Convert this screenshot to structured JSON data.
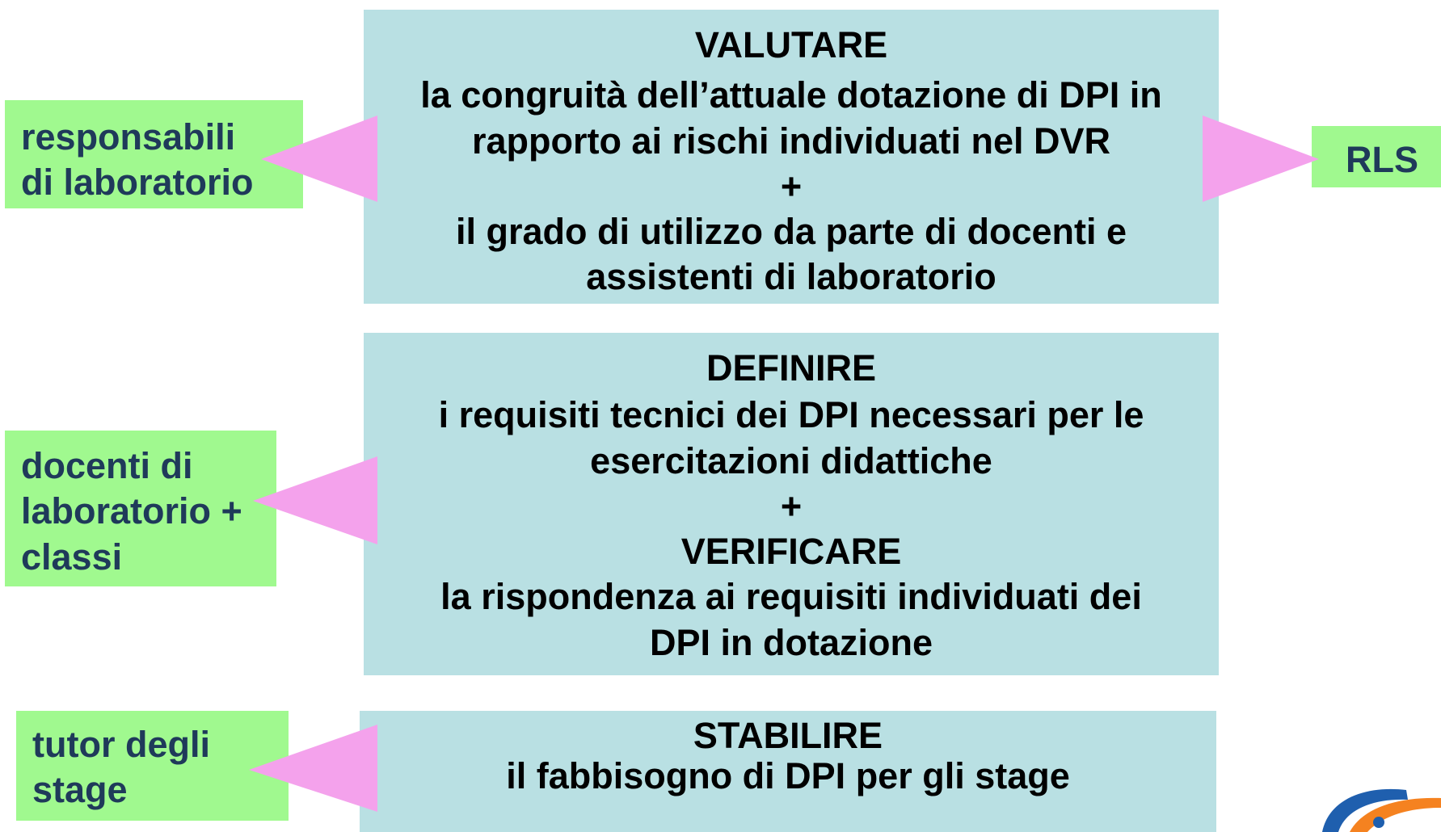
{
  "colors": {
    "task_box": "#b9e0e3",
    "actor_box": "#a0f98f",
    "arrow": "#f4a2ec",
    "actor_text": "#1f3a5a",
    "logo_orange": "#f58220",
    "logo_blue": "#1f5fae"
  },
  "tasks": [
    {
      "lines": [
        "VALUTARE",
        "la congruità dell’attuale dotazione di DPI in",
        "rapporto ai rischi individuati nel DVR",
        "+",
        "il grado di utilizzo da parte di docenti e",
        "assistenti di laboratorio"
      ]
    },
    {
      "lines": [
        "DEFINIRE",
        "i requisiti tecnici dei DPI necessari per le",
        "esercitazioni didattiche",
        "+",
        "VERIFICARE",
        "la rispondenza ai requisiti individuati dei",
        "DPI in dotazione"
      ]
    },
    {
      "lines": [
        "STABILIRE",
        "il fabbisogno di DPI per gli stage"
      ]
    }
  ],
  "actors": {
    "responsabili": {
      "lines": [
        "responsabili",
        "di laboratorio"
      ]
    },
    "rls": {
      "lines": [
        "RLS"
      ]
    },
    "docenti": {
      "lines": [
        "docenti di",
        "laboratorio +",
        "classi"
      ]
    },
    "tutor": {
      "lines": [
        "tutor degli",
        "stage"
      ]
    }
  },
  "logo": {
    "icon": "eye-logo-icon"
  }
}
